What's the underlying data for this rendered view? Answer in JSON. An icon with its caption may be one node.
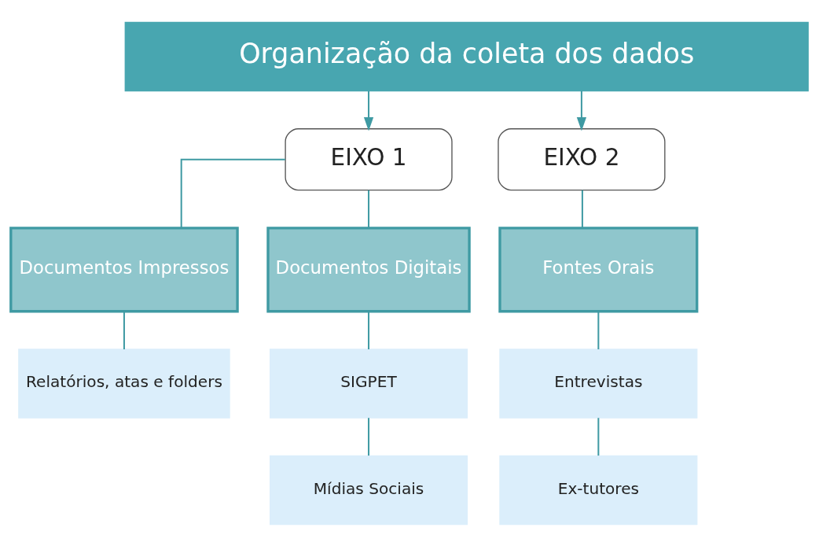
{
  "diagram": {
    "nodes": [
      {
        "text": [
          "Organização da coleta dos dados"
        ]
      },
      {
        "text": [
          "EIXO 1"
        ]
      },
      {
        "text": [
          "EIXO 2"
        ]
      },
      {
        "text": [
          "Documentos Impressos"
        ]
      },
      {
        "text": [
          "Documentos Digitais"
        ]
      },
      {
        "text": [
          "Fontes Orais"
        ]
      },
      {
        "text": [
          "Relatórios, atas e folders"
        ]
      },
      {
        "text": [
          "SIGPET"
        ]
      },
      {
        "text": [
          "Mídias Sociais"
        ]
      },
      {
        "text": [
          "Entrevistas"
        ]
      },
      {
        "text": [
          "Ex-tutores"
        ]
      }
    ],
    "edges": [
      {
        "from": 0,
        "to": 1,
        "arrow": "to"
      },
      {
        "from": 0,
        "to": 2,
        "arrow": "to"
      },
      {
        "from": 1,
        "to": 3,
        "arrow": "none"
      },
      {
        "from": 1,
        "to": 4,
        "arrow": "none"
      },
      {
        "from": 2,
        "to": 5,
        "arrow": "none"
      },
      {
        "from": 3,
        "to": 6,
        "arrow": "none"
      },
      {
        "from": 4,
        "to": 7,
        "arrow": "none"
      },
      {
        "from": 7,
        "to": 8,
        "arrow": "none"
      },
      {
        "from": 5,
        "to": 9,
        "arrow": "none"
      },
      {
        "from": 9,
        "to": 10,
        "arrow": "none"
      }
    ]
  }
}
